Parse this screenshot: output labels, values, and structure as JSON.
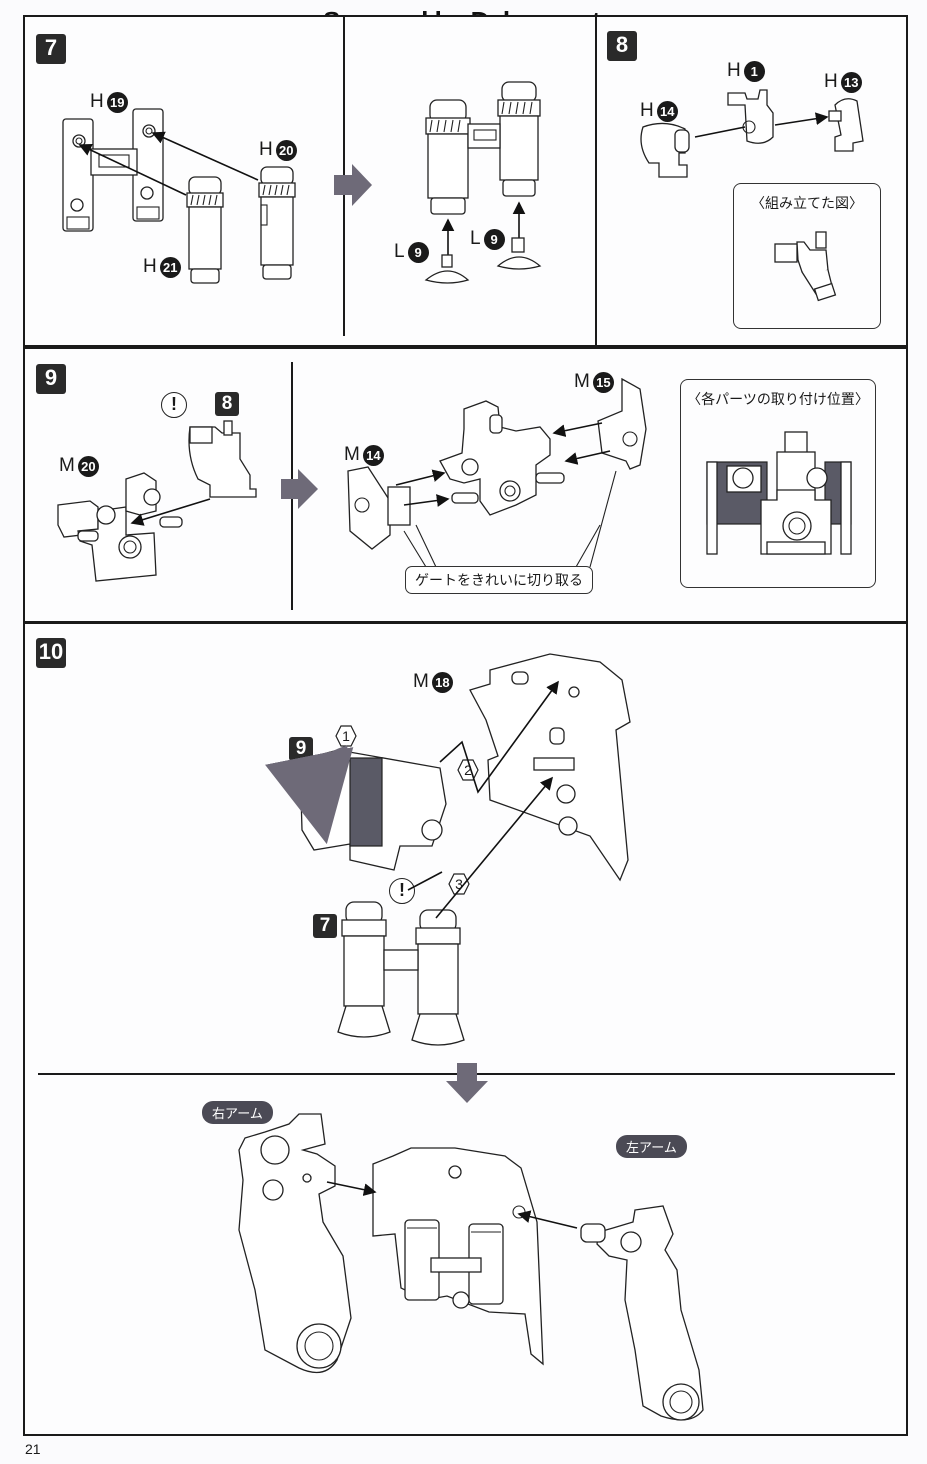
{
  "watermark": "Scanned by Dalong.net",
  "page_number": "21",
  "steps": {
    "s7": {
      "label": "7",
      "parts": [
        {
          "prefix": "H",
          "num": "19"
        },
        {
          "prefix": "H",
          "num": "20"
        },
        {
          "prefix": "H",
          "num": "21"
        },
        {
          "prefix": "L",
          "num": "9"
        },
        {
          "prefix": "L",
          "num": "9"
        }
      ]
    },
    "s8": {
      "label": "8",
      "parts": [
        {
          "prefix": "H",
          "num": "1"
        },
        {
          "prefix": "H",
          "num": "13"
        },
        {
          "prefix": "H",
          "num": "14"
        }
      ],
      "callout_title": "〈組み立てた図〉"
    },
    "s9": {
      "label": "9",
      "sub_ref": "8",
      "warning": "!",
      "parts": [
        {
          "prefix": "M",
          "num": "20"
        },
        {
          "prefix": "M",
          "num": "14"
        },
        {
          "prefix": "M",
          "num": "15"
        }
      ],
      "note": "ゲートをきれいに切り取る",
      "callout_title": "〈各パーツの取り付け位置〉"
    },
    "s10": {
      "label": "10",
      "sub_refs": [
        "9",
        "7"
      ],
      "warning": "!",
      "parts": [
        {
          "prefix": "M",
          "num": "18"
        }
      ],
      "order_marks": [
        "1",
        "2",
        "3"
      ],
      "right_arm": "右アーム",
      "left_arm": "左アーム"
    }
  },
  "colors": {
    "ink": "#1a1a1a",
    "arrow_fill": "#6e6a78",
    "pill_bg": "#4b4a55",
    "dark_part": "#5a5a66"
  }
}
